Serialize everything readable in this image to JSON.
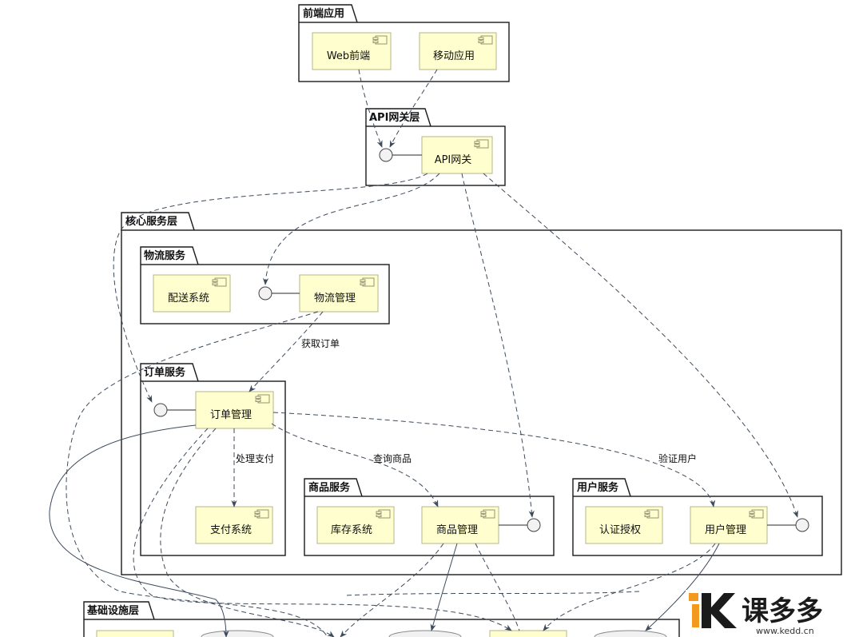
{
  "packages": {
    "frontend": "前端应用",
    "gateway": "API网关层",
    "core": "核心服务层",
    "logistics": "物流服务",
    "order": "订单服务",
    "product": "商品服务",
    "user": "用户服务",
    "infra": "基础设施层"
  },
  "components": {
    "web_frontend": "Web前端",
    "mobile_app": "移动应用",
    "api_gateway": "API网关",
    "delivery_system": "配送系统",
    "logistics_mgmt": "物流管理",
    "order_mgmt": "订单管理",
    "payment_system": "支付系统",
    "inventory_system": "库存系统",
    "product_mgmt": "商品管理",
    "auth_system": "认证授权",
    "user_mgmt": "用户管理"
  },
  "edges": {
    "get_order": "获取订单",
    "process_payment": "处理支付",
    "query_product": "查询商品",
    "verify_user": "验证用户"
  },
  "watermark": {
    "brand": "课多多",
    "url": "www.kedd.cn"
  }
}
